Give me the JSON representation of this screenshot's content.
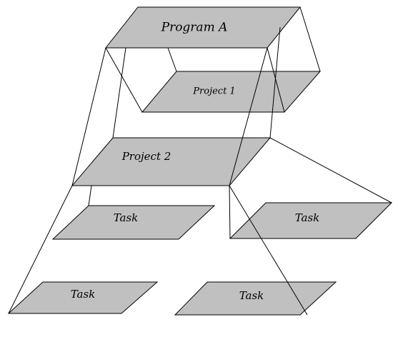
{
  "colors": {
    "plane_fill": "#c0c0c0",
    "line": "#000000",
    "background": "#ffffff"
  },
  "nodes": {
    "program_a": {
      "label": "Program A"
    },
    "project_1": {
      "label": "Project 1"
    },
    "project_2": {
      "label": "Project 2"
    },
    "task_mid_left": {
      "label": "Task"
    },
    "task_mid_right": {
      "label": "Task"
    },
    "task_bottom_left": {
      "label": "Task"
    },
    "task_bottom_right": {
      "label": "Task"
    }
  },
  "edges": [
    {
      "from": "program_a",
      "to": "project_1"
    },
    {
      "from": "program_a",
      "to": "project_2"
    },
    {
      "from": "project_2",
      "to": "task_mid_left"
    },
    {
      "from": "project_2",
      "to": "task_mid_right"
    },
    {
      "from": "project_2",
      "to": "task_bottom_left"
    },
    {
      "from": "project_2",
      "to": "task_bottom_right"
    }
  ]
}
